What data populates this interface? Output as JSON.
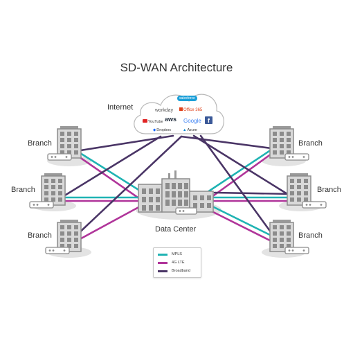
{
  "title": "SD-WAN Architecture",
  "labels": {
    "internet": "Internet",
    "data_center": "Data Center",
    "branch": "Branch"
  },
  "cloud_logos": {
    "salesforce": "salesforce",
    "workday": "workday",
    "office365": "Office 365",
    "youtube": "YouTube",
    "aws": "aws",
    "google": "Google",
    "facebook": "f",
    "dropbox": "Dropbox",
    "azure": "Azure"
  },
  "legend": [
    {
      "label": "MPLS",
      "color": "#1fb3b3"
    },
    {
      "label": "4G LTE",
      "color": "#b0359a"
    },
    {
      "label": "Broadband",
      "color": "#4a3566"
    }
  ],
  "colors": {
    "mpls": "#1fb3b3",
    "lte": "#b0359a",
    "broadband": "#4a3566",
    "building": "#9a9a9a",
    "shadow": "#e3e3e3"
  }
}
